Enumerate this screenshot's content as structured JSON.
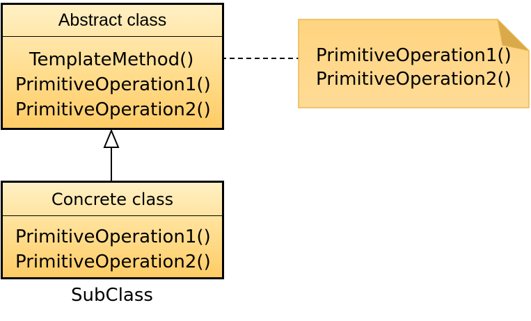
{
  "abstract_class": {
    "name": "Abstract class",
    "operations": [
      "TemplateMethod()",
      "PrimitiveOperation1()",
      "PrimitiveOperation2()"
    ]
  },
  "concrete_class": {
    "name": "Concrete class",
    "operations": [
      "PrimitiveOperation1()",
      "PrimitiveOperation2()"
    ],
    "caption": "SubClass"
  },
  "note": {
    "lines": [
      "PrimitiveOperation1()",
      "PrimitiveOperation2()"
    ]
  },
  "colors": {
    "class_fill_top": "#fff0c4",
    "class_fill_bottom": "#ffcc66",
    "note_fill": "#ffd98a",
    "note_border": "#e8b850",
    "stroke": "#000000"
  }
}
